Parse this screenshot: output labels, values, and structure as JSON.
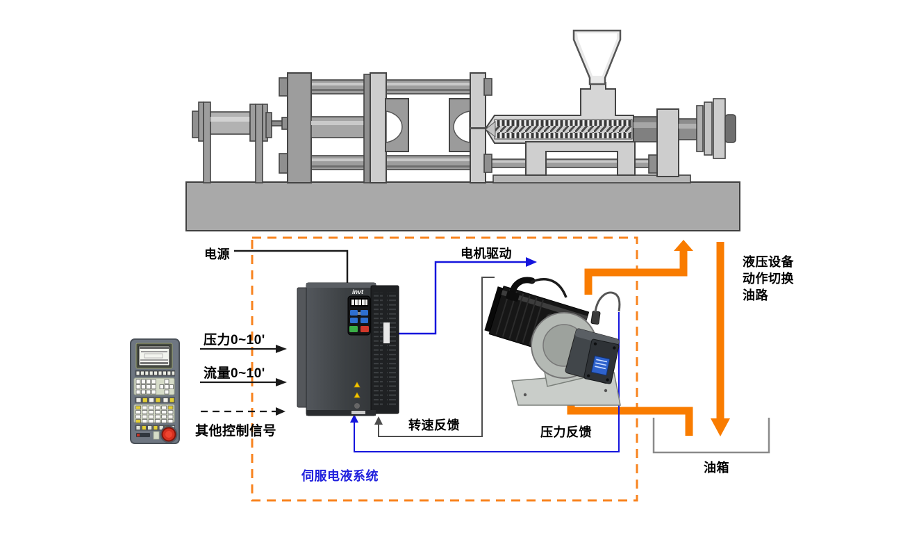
{
  "diagram": {
    "type": "servo-electro-hydraulic-system-schematic",
    "labels": {
      "power": "电源",
      "motor_drive": "电机驱动",
      "pressure_cmd": "压力0~10'",
      "flow_cmd": "流量0~10'",
      "other_signals": "其他控制信号",
      "speed_feedback": "转速反馈",
      "pressure_feedback": "压力反馈",
      "system_name": "伺服电液系统",
      "oil_tank": "油箱",
      "hydraulic_path": [
        "液压设备",
        "动作切换",
        "油路"
      ]
    },
    "devices": {
      "drive_brand": "invt",
      "drive": "servo-drive-inverter",
      "motor_pump": "servo-motor-with-hydraulic-pump",
      "controller": "injection-molding-machine-control-panel",
      "machine": "injection-molding-machine"
    },
    "colors": {
      "oil_flow_orange": "#F97C00",
      "boundary_dash_orange": "#F8831E",
      "signal_blue": "#1515DD",
      "system_name_blue": "#2020DD",
      "line_black": "#1A1A1A",
      "feedback_gray": "#4D4D4D",
      "tank_gray": "#8A8A8A",
      "machine_gray": "#A9A9A9"
    }
  }
}
